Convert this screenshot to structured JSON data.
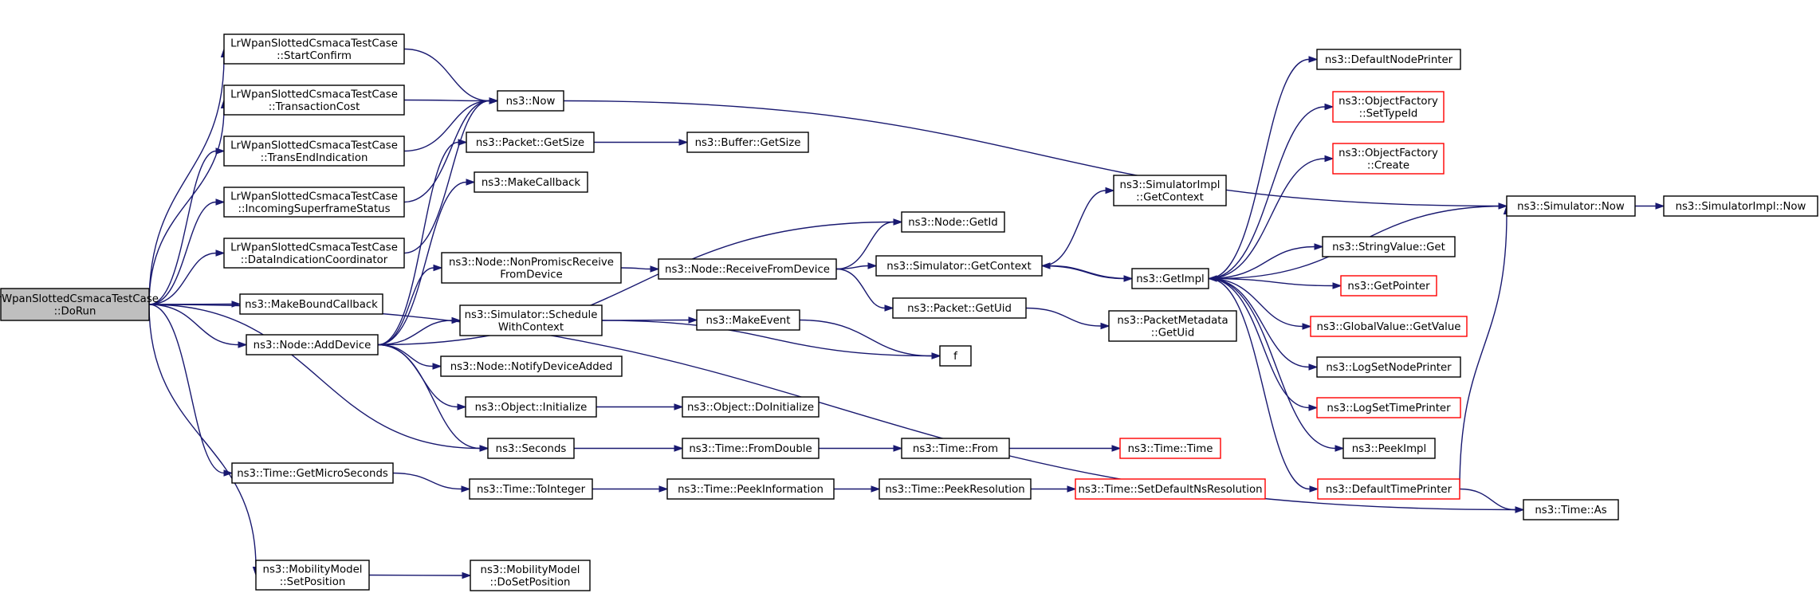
{
  "diagram": {
    "type": "call-graph",
    "colors": {
      "edge": "#191970",
      "root_fill": "#bfbfbf",
      "node_border": "#000000",
      "external_border": "#ff0000"
    },
    "nodes": [
      {
        "id": "dorun",
        "lines": [
          "LrWpanSlottedCsmacaTestCase",
          "::DoRun"
        ],
        "style": "root"
      },
      {
        "id": "startconfirm",
        "lines": [
          "LrWpanSlottedCsmacaTestCase",
          "::StartConfirm"
        ],
        "style": "normal"
      },
      {
        "id": "transactioncost",
        "lines": [
          "LrWpanSlottedCsmacaTestCase",
          "::TransactionCost"
        ],
        "style": "normal"
      },
      {
        "id": "transend",
        "lines": [
          "LrWpanSlottedCsmacaTestCase",
          "::TransEndIndication"
        ],
        "style": "normal"
      },
      {
        "id": "incoming",
        "lines": [
          "LrWpanSlottedCsmacaTestCase",
          "::IncomingSuperframeStatus"
        ],
        "style": "normal"
      },
      {
        "id": "dataind",
        "lines": [
          "LrWpanSlottedCsmacaTestCase",
          "::DataIndicationCoordinator"
        ],
        "style": "normal"
      },
      {
        "id": "makeboundcallback",
        "lines": [
          "ns3::MakeBoundCallback"
        ],
        "style": "normal"
      },
      {
        "id": "adddevice",
        "lines": [
          "ns3::Node::AddDevice"
        ],
        "style": "normal"
      },
      {
        "id": "getmicro",
        "lines": [
          "ns3::Time::GetMicroSeconds"
        ],
        "style": "normal"
      },
      {
        "id": "setposition",
        "lines": [
          "ns3::MobilityModel",
          "::SetPosition"
        ],
        "style": "normal"
      },
      {
        "id": "now",
        "lines": [
          "ns3::Now"
        ],
        "style": "normal"
      },
      {
        "id": "packetgetsize",
        "lines": [
          "ns3::Packet::GetSize"
        ],
        "style": "normal"
      },
      {
        "id": "makecallback",
        "lines": [
          "ns3::MakeCallback"
        ],
        "style": "normal"
      },
      {
        "id": "nonpromisc",
        "lines": [
          "ns3::Node::NonPromiscReceive",
          "FromDevice"
        ],
        "style": "normal"
      },
      {
        "id": "schedulewithcontext",
        "lines": [
          "ns3::Simulator::Schedule",
          "WithContext"
        ],
        "style": "normal"
      },
      {
        "id": "notifydeviceadded",
        "lines": [
          "ns3::Node::NotifyDeviceAdded"
        ],
        "style": "normal"
      },
      {
        "id": "objinit",
        "lines": [
          "ns3::Object::Initialize"
        ],
        "style": "normal"
      },
      {
        "id": "seconds",
        "lines": [
          "ns3::Seconds"
        ],
        "style": "normal"
      },
      {
        "id": "tointeger",
        "lines": [
          "ns3::Time::ToInteger"
        ],
        "style": "normal"
      },
      {
        "id": "dosetposition",
        "lines": [
          "ns3::MobilityModel",
          "::DoSetPosition"
        ],
        "style": "normal"
      },
      {
        "id": "buffergetsize",
        "lines": [
          "ns3::Buffer::GetSize"
        ],
        "style": "normal"
      },
      {
        "id": "receivefromdevice",
        "lines": [
          "ns3::Node::ReceiveFromDevice"
        ],
        "style": "normal"
      },
      {
        "id": "makeevent",
        "lines": [
          "ns3::MakeEvent"
        ],
        "style": "normal"
      },
      {
        "id": "doinitialize",
        "lines": [
          "ns3::Object::DoInitialize"
        ],
        "style": "normal"
      },
      {
        "id": "fromdouble",
        "lines": [
          "ns3::Time::FromDouble"
        ],
        "style": "normal"
      },
      {
        "id": "peekinformation",
        "lines": [
          "ns3::Time::PeekInformation"
        ],
        "style": "normal"
      },
      {
        "id": "nodegetid",
        "lines": [
          "ns3::Node::GetId"
        ],
        "style": "normal"
      },
      {
        "id": "simgetcontext",
        "lines": [
          "ns3::Simulator::GetContext"
        ],
        "style": "normal"
      },
      {
        "id": "packetgetuid",
        "lines": [
          "ns3::Packet::GetUid"
        ],
        "style": "normal"
      },
      {
        "id": "f",
        "lines": [
          "f"
        ],
        "style": "normal"
      },
      {
        "id": "timefrom",
        "lines": [
          "ns3::Time::From"
        ],
        "style": "normal"
      },
      {
        "id": "peekresolution",
        "lines": [
          "ns3::Time::PeekResolution"
        ],
        "style": "normal"
      },
      {
        "id": "simimplgetcontext",
        "lines": [
          "ns3::SimulatorImpl",
          "::GetContext"
        ],
        "style": "normal"
      },
      {
        "id": "getimpl",
        "lines": [
          "ns3::GetImpl"
        ],
        "style": "normal"
      },
      {
        "id": "pmgetuid",
        "lines": [
          "ns3::PacketMetadata",
          "::GetUid"
        ],
        "style": "normal"
      },
      {
        "id": "timetime",
        "lines": [
          "ns3::Time::Time"
        ],
        "style": "red"
      },
      {
        "id": "setdefaultres",
        "lines": [
          "ns3::Time::SetDefaultNsResolution"
        ],
        "style": "red"
      },
      {
        "id": "defaultnodeprinter",
        "lines": [
          "ns3::DefaultNodePrinter"
        ],
        "style": "normal"
      },
      {
        "id": "ofsettypeid",
        "lines": [
          "ns3::ObjectFactory",
          "::SetTypeId"
        ],
        "style": "red"
      },
      {
        "id": "ofcreate",
        "lines": [
          "ns3::ObjectFactory",
          "::Create"
        ],
        "style": "red"
      },
      {
        "id": "stringvalueget",
        "lines": [
          "ns3::StringValue::Get"
        ],
        "style": "normal"
      },
      {
        "id": "getpointer",
        "lines": [
          "ns3::GetPointer"
        ],
        "style": "red"
      },
      {
        "id": "globalvalueget",
        "lines": [
          "ns3::GlobalValue::GetValue"
        ],
        "style": "red"
      },
      {
        "id": "logsetnodeprinter",
        "lines": [
          "ns3::LogSetNodePrinter"
        ],
        "style": "normal"
      },
      {
        "id": "logsettimeprinter",
        "lines": [
          "ns3::LogSetTimePrinter"
        ],
        "style": "red"
      },
      {
        "id": "peekimpl",
        "lines": [
          "ns3::PeekImpl"
        ],
        "style": "normal"
      },
      {
        "id": "defaulttimeprinter",
        "lines": [
          "ns3::DefaultTimePrinter"
        ],
        "style": "red"
      },
      {
        "id": "simnow",
        "lines": [
          "ns3::Simulator::Now"
        ],
        "style": "normal"
      },
      {
        "id": "timeas",
        "lines": [
          "ns3::Time::As"
        ],
        "style": "normal"
      },
      {
        "id": "simimplnow",
        "lines": [
          "ns3::SimulatorImpl::Now"
        ],
        "style": "normal"
      }
    ],
    "edges": [
      [
        "dorun",
        "startconfirm"
      ],
      [
        "dorun",
        "transactioncost"
      ],
      [
        "dorun",
        "transend"
      ],
      [
        "dorun",
        "incoming"
      ],
      [
        "dorun",
        "dataind"
      ],
      [
        "dorun",
        "makeboundcallback"
      ],
      [
        "dorun",
        "adddevice"
      ],
      [
        "dorun",
        "seconds"
      ],
      [
        "dorun",
        "getmicro"
      ],
      [
        "dorun",
        "setposition"
      ],
      [
        "dorun",
        "timeas"
      ],
      [
        "startconfirm",
        "now"
      ],
      [
        "transactioncost",
        "now"
      ],
      [
        "transend",
        "now"
      ],
      [
        "incoming",
        "now"
      ],
      [
        "dataind",
        "now"
      ],
      [
        "now",
        "simnow"
      ],
      [
        "adddevice",
        "packetgetsize"
      ],
      [
        "adddevice",
        "makecallback"
      ],
      [
        "adddevice",
        "nodegetid"
      ],
      [
        "adddevice",
        "nonpromisc"
      ],
      [
        "adddevice",
        "schedulewithcontext"
      ],
      [
        "adddevice",
        "notifydeviceadded"
      ],
      [
        "adddevice",
        "objinit"
      ],
      [
        "adddevice",
        "seconds"
      ],
      [
        "packetgetsize",
        "buffergetsize"
      ],
      [
        "nonpromisc",
        "receivefromdevice"
      ],
      [
        "receivefromdevice",
        "nodegetid"
      ],
      [
        "receivefromdevice",
        "simgetcontext"
      ],
      [
        "receivefromdevice",
        "packetgetuid"
      ],
      [
        "schedulewithcontext",
        "makeevent"
      ],
      [
        "schedulewithcontext",
        "f"
      ],
      [
        "makeevent",
        "f"
      ],
      [
        "objinit",
        "doinitialize"
      ],
      [
        "seconds",
        "fromdouble"
      ],
      [
        "fromdouble",
        "timefrom"
      ],
      [
        "timefrom",
        "timetime"
      ],
      [
        "getmicro",
        "tointeger"
      ],
      [
        "tointeger",
        "peekinformation"
      ],
      [
        "peekinformation",
        "peekresolution"
      ],
      [
        "peekresolution",
        "setdefaultres"
      ],
      [
        "setposition",
        "dosetposition"
      ],
      [
        "simgetcontext",
        "simimplgetcontext"
      ],
      [
        "simgetcontext",
        "getimpl"
      ],
      [
        "packetgetuid",
        "pmgetuid"
      ],
      [
        "getimpl",
        "defaultnodeprinter"
      ],
      [
        "getimpl",
        "ofsettypeid"
      ],
      [
        "getimpl",
        "ofcreate"
      ],
      [
        "getimpl",
        "stringvalueget"
      ],
      [
        "getimpl",
        "getpointer"
      ],
      [
        "getimpl",
        "globalvalueget"
      ],
      [
        "getimpl",
        "logsetnodeprinter"
      ],
      [
        "getimpl",
        "logsettimeprinter"
      ],
      [
        "getimpl",
        "peekimpl"
      ],
      [
        "getimpl",
        "defaulttimeprinter"
      ],
      [
        "getimpl",
        "simgetcontext"
      ],
      [
        "defaulttimeprinter",
        "simnow"
      ],
      [
        "defaulttimeprinter",
        "timeas"
      ],
      [
        "simnow",
        "getimpl"
      ],
      [
        "simnow",
        "simimplnow"
      ]
    ]
  }
}
